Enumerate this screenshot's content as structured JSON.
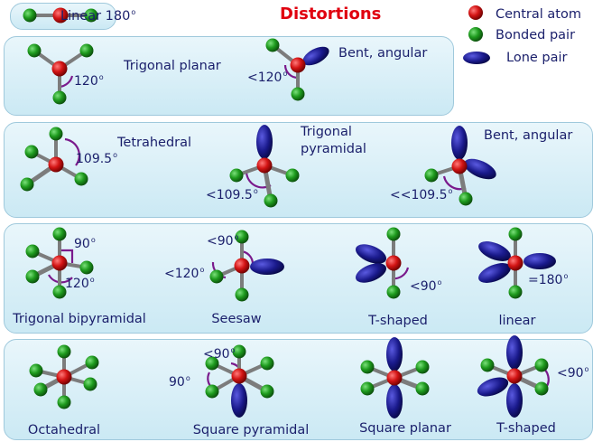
{
  "title": "Distortions",
  "linear_box": {
    "label": "Linear 180",
    "deg": "o"
  },
  "legend": {
    "central_atom": "Central atom",
    "bonded_pair": "Bonded pair",
    "lone_pair": "Lone pair"
  },
  "colors": {
    "central": "#d31414",
    "bonded": "#1e9b1e",
    "lone": "#1a1a8c",
    "angle_arc": "#7a1a8c",
    "text": "#1a1f6b",
    "title": "#e0000f"
  },
  "row1": {
    "trigonal_planar": {
      "name": "Trigonal planar",
      "angle": "120",
      "deg": "o"
    },
    "bent": {
      "name": "Bent, angular",
      "angle": "<120",
      "deg": "o"
    }
  },
  "row2": {
    "tetrahedral": {
      "name": "Tetrahedral",
      "angle": "109.5",
      "deg": "o"
    },
    "trigonal_pyramidal": {
      "name_line1": "Trigonal",
      "name_line2": "pyramidal",
      "angle": "<109.5",
      "deg": "o"
    },
    "bent": {
      "name": "Bent, angular",
      "angle": "<<109.5",
      "deg": "o"
    }
  },
  "row3": {
    "trigonal_bipyramidal": {
      "name": "Trigonal bipyramidal",
      "angle_top": "90",
      "angle_bottom": "120",
      "deg": "o"
    },
    "seesaw": {
      "name": "Seesaw",
      "angle_top": "<90",
      "angle_left": "<120",
      "deg": "o"
    },
    "t_shaped": {
      "name": "T-shaped",
      "angle": "<90",
      "deg": "o"
    },
    "linear": {
      "name": "linear",
      "angle": "=180",
      "deg": "o"
    }
  },
  "row4": {
    "octahedral": {
      "name": "Octahedral"
    },
    "square_pyramidal": {
      "name": "Square pyramidal",
      "angle_top": "<90",
      "angle_left": "90",
      "deg": "o"
    },
    "square_planar": {
      "name": "Square planar"
    },
    "t_shaped": {
      "name": "T-shaped",
      "angle": "<90",
      "deg": "o"
    }
  }
}
